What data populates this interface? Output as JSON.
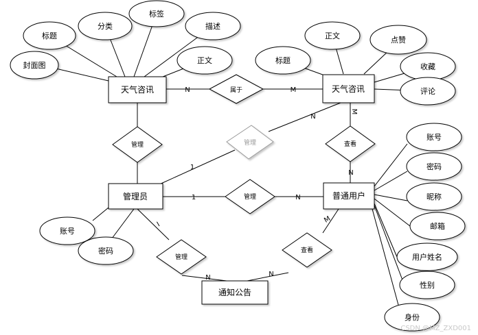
{
  "diagram": {
    "entities": {
      "news1": "天气咨讯",
      "news2": "天气咨讯",
      "admin": "管理员",
      "user": "普通用户",
      "notice": "通知公告"
    },
    "attributes": {
      "news1_cover": "封面图",
      "news1_title": "标题",
      "news1_category": "分类",
      "news1_tag": "标签",
      "news1_desc": "描述",
      "news1_body": "正文",
      "news2_title": "标题",
      "news2_body": "正文",
      "news2_like": "点赞",
      "news2_fav": "收藏",
      "news2_comment": "评论",
      "admin_account": "账号",
      "admin_password": "密码",
      "user_account": "账号",
      "user_password": "密码",
      "user_nickname": "昵称",
      "user_email": "邮箱",
      "user_realname": "用户姓名",
      "user_gender": "性别",
      "user_idcard": "身份"
    },
    "relationships": {
      "belongs": "属于",
      "manage_news1": "管理",
      "manage_news2": "管理",
      "view_news2": "查看",
      "manage_user": "管理",
      "manage_notice": "管理",
      "view_notice": "查看"
    },
    "cardinalities": {
      "belongs_left": "N",
      "belongs_right": "M",
      "manage_news2_admin": "1",
      "manage_news2_news": "N",
      "view_news2_news": "M",
      "view_news2_user": "N",
      "manage_user_admin": "1",
      "manage_user_user": "N",
      "manage_notice_admin": "I",
      "manage_notice_notice": "N",
      "view_notice_notice": "N",
      "view_notice_user": "M"
    },
    "watermark": "CSDN @MZ_ZXD001"
  }
}
